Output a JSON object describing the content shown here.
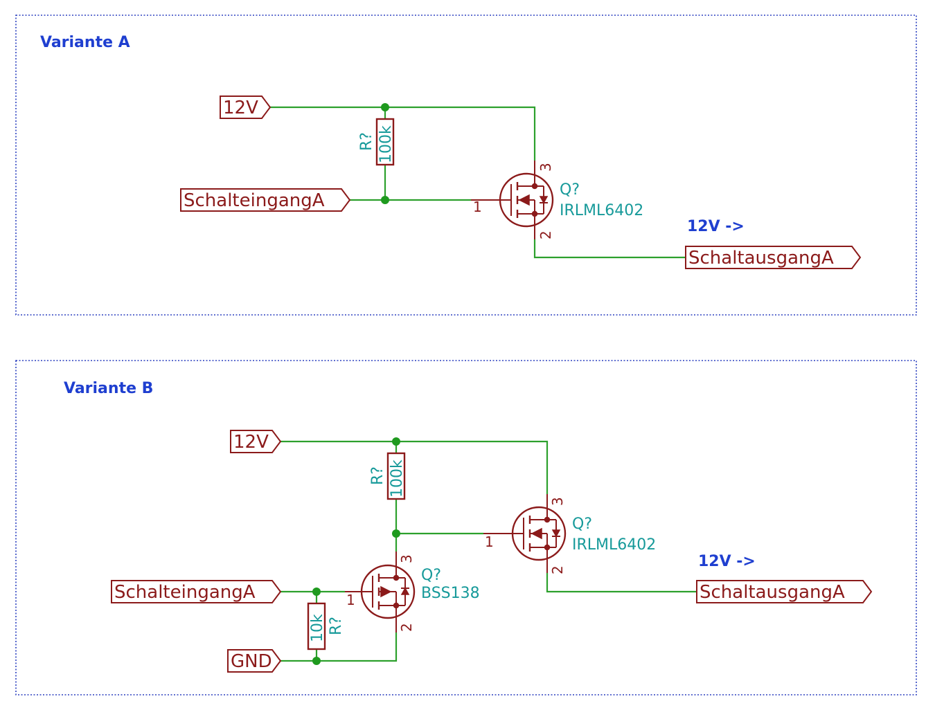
{
  "variant_a": {
    "title": "Variante A",
    "net_12v": "12V",
    "net_input": "SchalteingangA",
    "net_output": "SchaltausgangA",
    "note_output": "12V ->",
    "resistor": {
      "ref": "R?",
      "value": "100k"
    },
    "mosfet": {
      "ref": "Q?",
      "value": "IRLML6402",
      "pin_gate": "1",
      "pin_source": "3",
      "pin_drain": "2"
    }
  },
  "variant_b": {
    "title": "Variante B",
    "net_12v": "12V",
    "net_input": "SchalteingangA",
    "net_gnd": "GND",
    "net_output": "SchaltausgangA",
    "note_output": "12V ->",
    "resistor_pullup": {
      "ref": "R?",
      "value": "100k"
    },
    "resistor_pulldown": {
      "ref": "R?",
      "value": "10k"
    },
    "mosfet_p": {
      "ref": "Q?",
      "value": "IRLML6402",
      "pin_gate": "1",
      "pin_source": "3",
      "pin_drain": "2"
    },
    "mosfet_n": {
      "ref": "Q?",
      "value": "BSS138",
      "pin_gate": "1",
      "pin_drain": "3",
      "pin_source": "2"
    }
  },
  "colors": {
    "wire": "#2ca02c",
    "component": "#8b1a1a",
    "reference": "#179a9a",
    "note": "#1f3fd0",
    "frame": "#2a3fbf"
  }
}
